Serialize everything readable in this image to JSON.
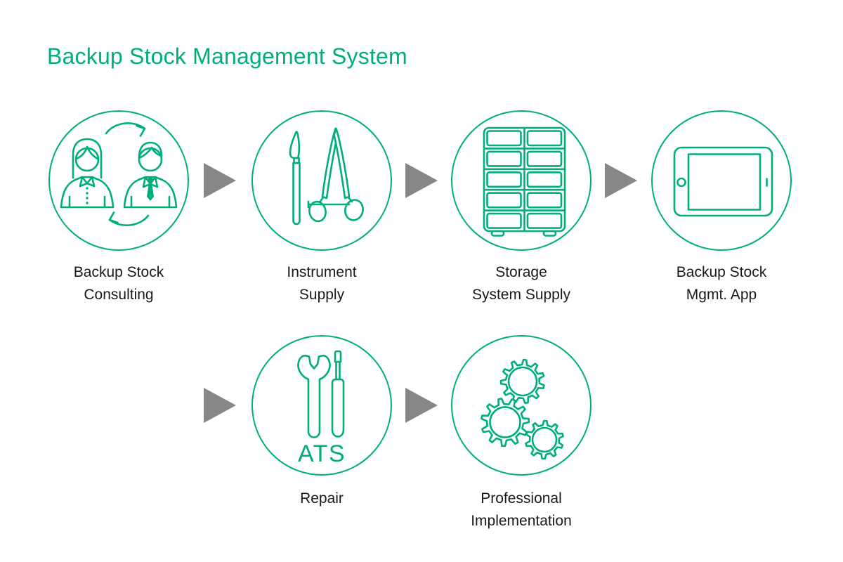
{
  "title": "Backup Stock Management System",
  "colors": {
    "green": "#00AE7C",
    "arrow_gray": "#878787",
    "label_text": "#1a1a1a"
  },
  "nodes": [
    {
      "id": "backup-stock-consulting",
      "icon": "people-exchange-icon",
      "label": [
        "Backup Stock",
        "Consulting"
      ]
    },
    {
      "id": "instrument-supply",
      "icon": "surgical-instruments-icon",
      "label": [
        "Instrument",
        "Supply"
      ]
    },
    {
      "id": "storage-system-supply",
      "icon": "storage-cabinet-icon",
      "label": [
        "Storage",
        "System Supply"
      ]
    },
    {
      "id": "backup-stock-mgmt-app",
      "icon": "tablet-icon",
      "label": [
        "Backup Stock",
        "Mgmt. App"
      ]
    },
    {
      "id": "repair",
      "icon": "wrench-screwdriver-icon",
      "icon_text": "ATS",
      "label": [
        "Repair"
      ]
    },
    {
      "id": "professional-implementation",
      "icon": "gears-icon",
      "label": [
        "Professional",
        "Implementation"
      ]
    }
  ]
}
